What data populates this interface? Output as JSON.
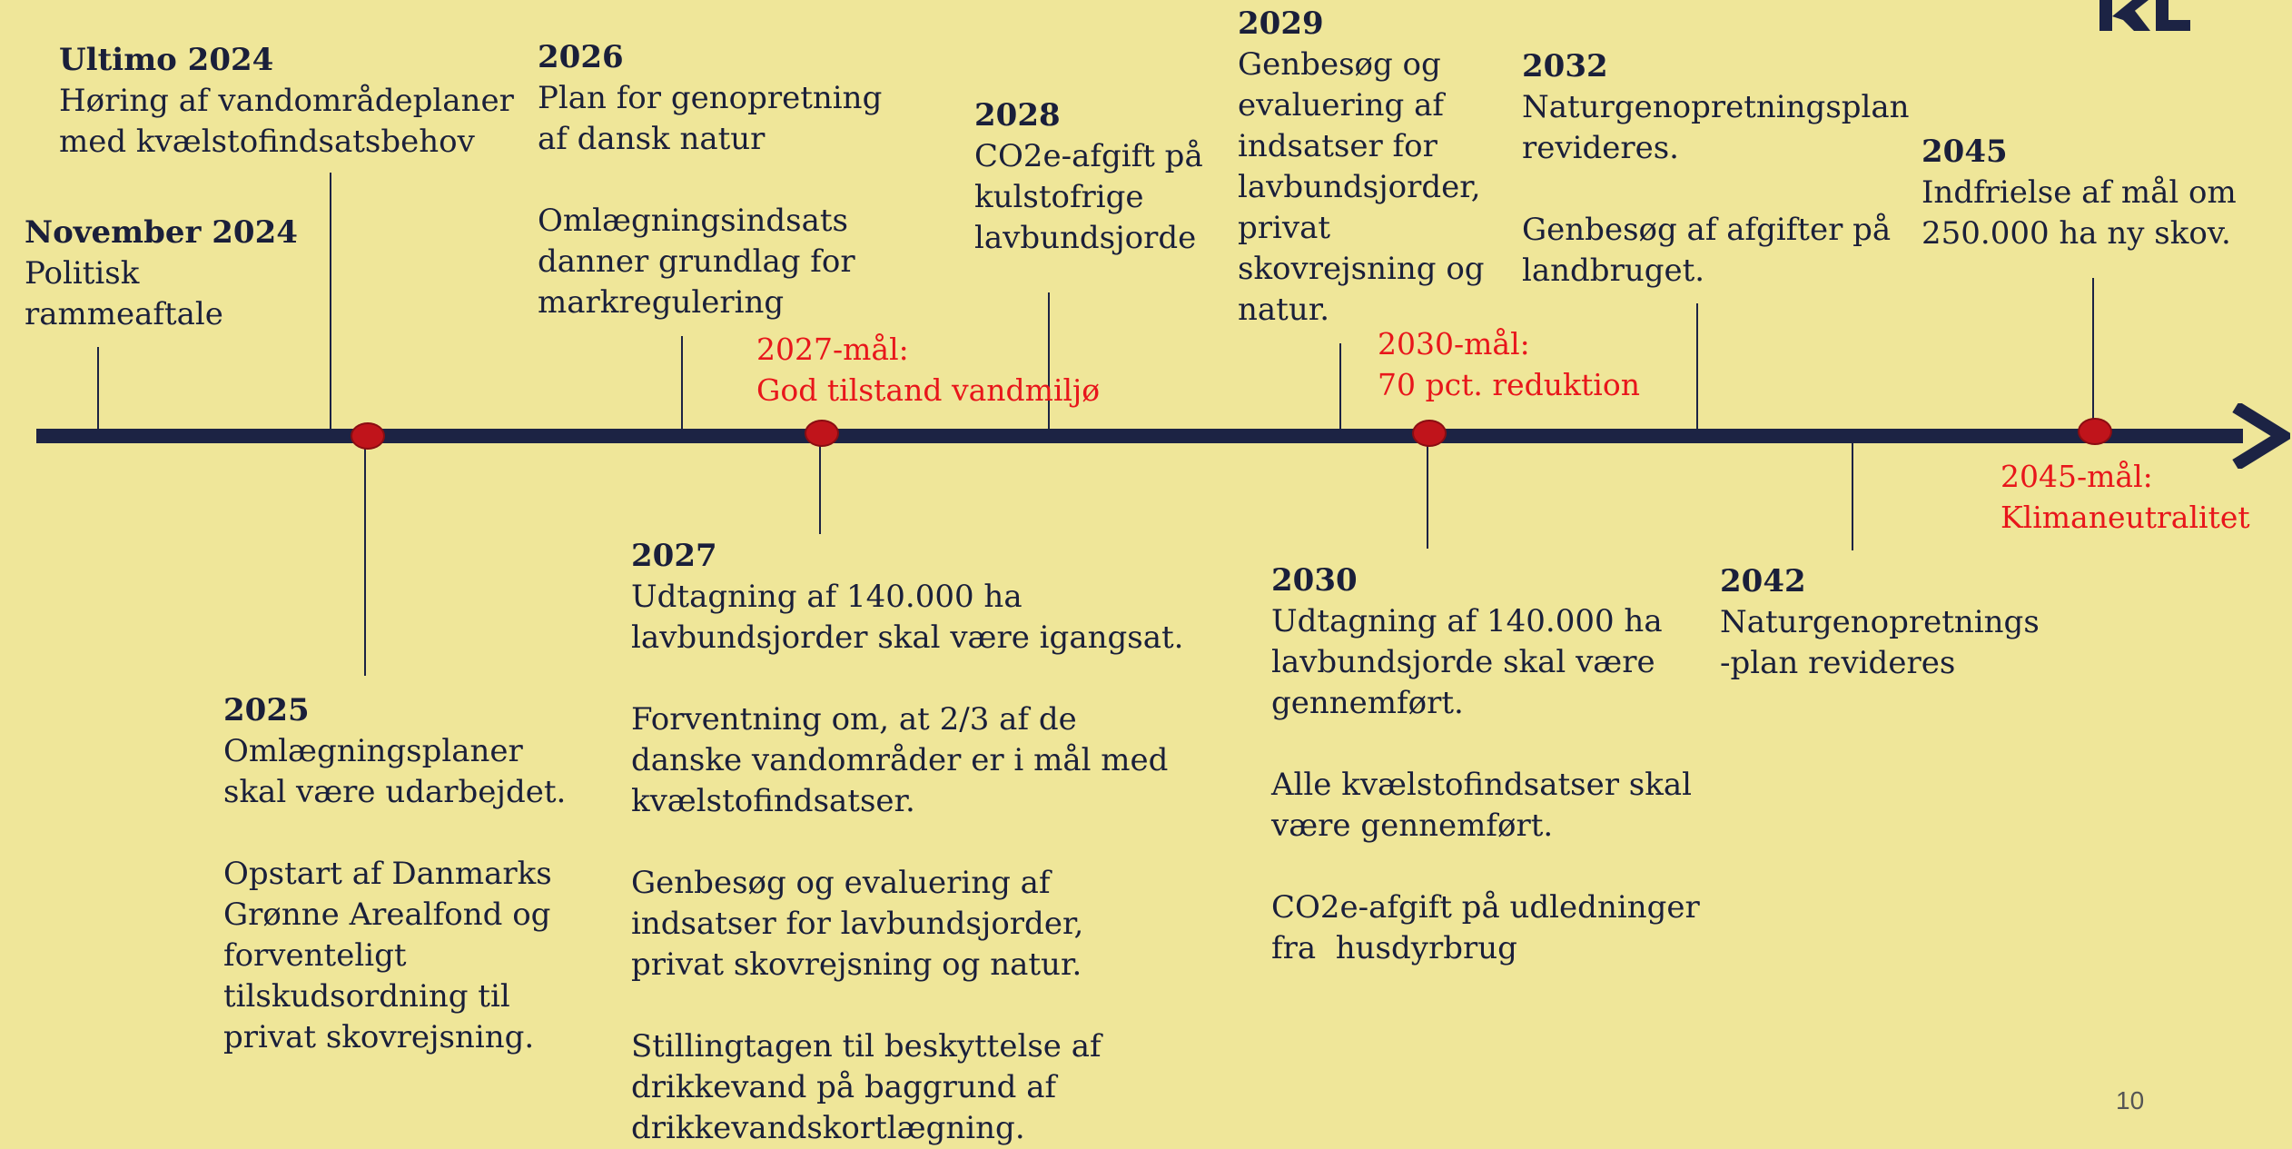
{
  "events_above": [
    {
      "id": "november-2024",
      "year": "November 2024",
      "text": "Politisk\nrammeaftale"
    },
    {
      "id": "ultimo-2024",
      "year": "Ultimo 2024",
      "text": "Høring af vandområdeplaner\nmed kvælstofindsatsbehov"
    },
    {
      "id": "2026",
      "year": "2026",
      "text": "Plan for genopretning\naf dansk natur\n\nOmlægningsindsats\ndanner grundlag for\nmarkregulering"
    },
    {
      "id": "2028",
      "year": "2028",
      "text": "CO2e-afgift på\nkulstofrige\nlavbundsjorde"
    },
    {
      "id": "2029",
      "year": "2029",
      "text": "Genbesøg og\nevaluering af\nindsatser for\nlavbundsjorder,\nprivat\nskovrejsning og\nnatur."
    },
    {
      "id": "2032",
      "year": "2032",
      "text": "Naturgenopretningsplan\nrevideres.\n\nGenbesøg af afgifter på\nlandbruget."
    },
    {
      "id": "2045",
      "year": "2045",
      "text": "Indfrielse af mål om\n250.000 ha ny skov."
    }
  ],
  "events_below": [
    {
      "id": "2025",
      "year": "2025",
      "text": "Omlægningsplaner\nskal være udarbejdet.\n\nOpstart af Danmarks\nGrønne Arealfond og\nforventeligt\ntilskudsordning til\nprivat skovrejsning."
    },
    {
      "id": "2027",
      "year": "2027",
      "text": "Udtagning af 140.000 ha\nlavbundsjorder skal være igangsat.\n\nForventning om, at 2/3 af de\ndanske vandområder er i mål med\nkvælstofindsatser.\n\nGenbesøg og evaluering af\nindsatser for lavbundsjorder,\nprivat skovrejsning og natur.\n\nStillingtagen til beskyttelse af\ndrikkevand på baggrund af\ndrikkevandskortlægning."
    },
    {
      "id": "2030",
      "year": "2030",
      "text": "Udtagning af 140.000 ha\nlavbundsjorde skal være\ngennemført.\n\nAlle kvælstofindsatser skal\nvære gennemført.\n\nCO2e-afgift på udledninger\nfra  husdyrbrug"
    },
    {
      "id": "2042",
      "year": "2042",
      "text": "Naturgenopretnings\n-plan revideres"
    }
  ],
  "goals": [
    {
      "id": "2027-goal",
      "text": "2027-mål:\nGod tilstand vandmiljø"
    },
    {
      "id": "2030-goal",
      "text": "2030-mål:\n70 pct. reduktion"
    },
    {
      "id": "2045-goal",
      "text": "2045-mål:\nKlimaneutralitet"
    }
  ],
  "logo_text": "KL",
  "page_number": "10",
  "colors": {
    "background": "#efe699",
    "axis": "#1c2344",
    "goal_text": "#e8161b",
    "milestone_dot": "#c0141b"
  }
}
